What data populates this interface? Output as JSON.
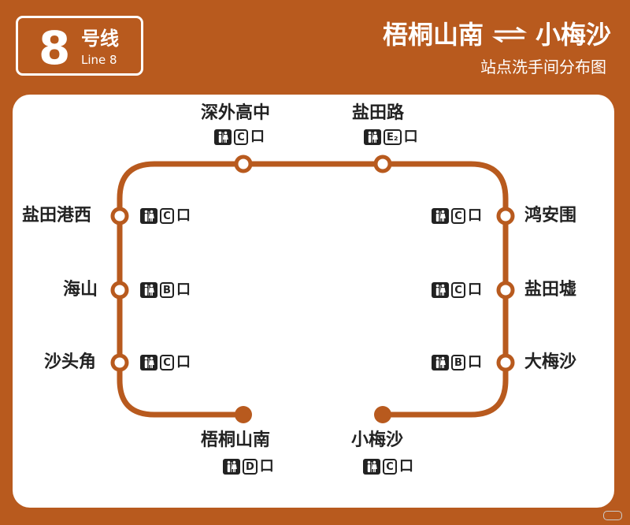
{
  "badge": {
    "number": "8",
    "label_cn": "号线",
    "label_en": "Line 8"
  },
  "header": {
    "origin": "梧桐山南",
    "destination": "小梅沙",
    "subtitle": "站点洗手间分布图"
  },
  "colors": {
    "line": "#B85A1E",
    "background": "#B85A1E",
    "card": "#FFFFFF",
    "text": "#222222"
  },
  "exit_suffix": "口",
  "stations": [
    {
      "name": "梧桐山南",
      "exit": "D",
      "terminal": true
    },
    {
      "name": "沙头角",
      "exit": "C",
      "terminal": false
    },
    {
      "name": "海山",
      "exit": "B",
      "terminal": false
    },
    {
      "name": "盐田港西",
      "exit": "C",
      "terminal": false
    },
    {
      "name": "深外高中",
      "exit": "C",
      "terminal": false
    },
    {
      "name": "盐田路",
      "exit": "E₂",
      "terminal": false
    },
    {
      "name": "鸿安围",
      "exit": "C",
      "terminal": false
    },
    {
      "name": "盐田墟",
      "exit": "C",
      "terminal": false
    },
    {
      "name": "大梅沙",
      "exit": "B",
      "terminal": false
    },
    {
      "name": "小梅沙",
      "exit": "C",
      "terminal": true
    }
  ]
}
